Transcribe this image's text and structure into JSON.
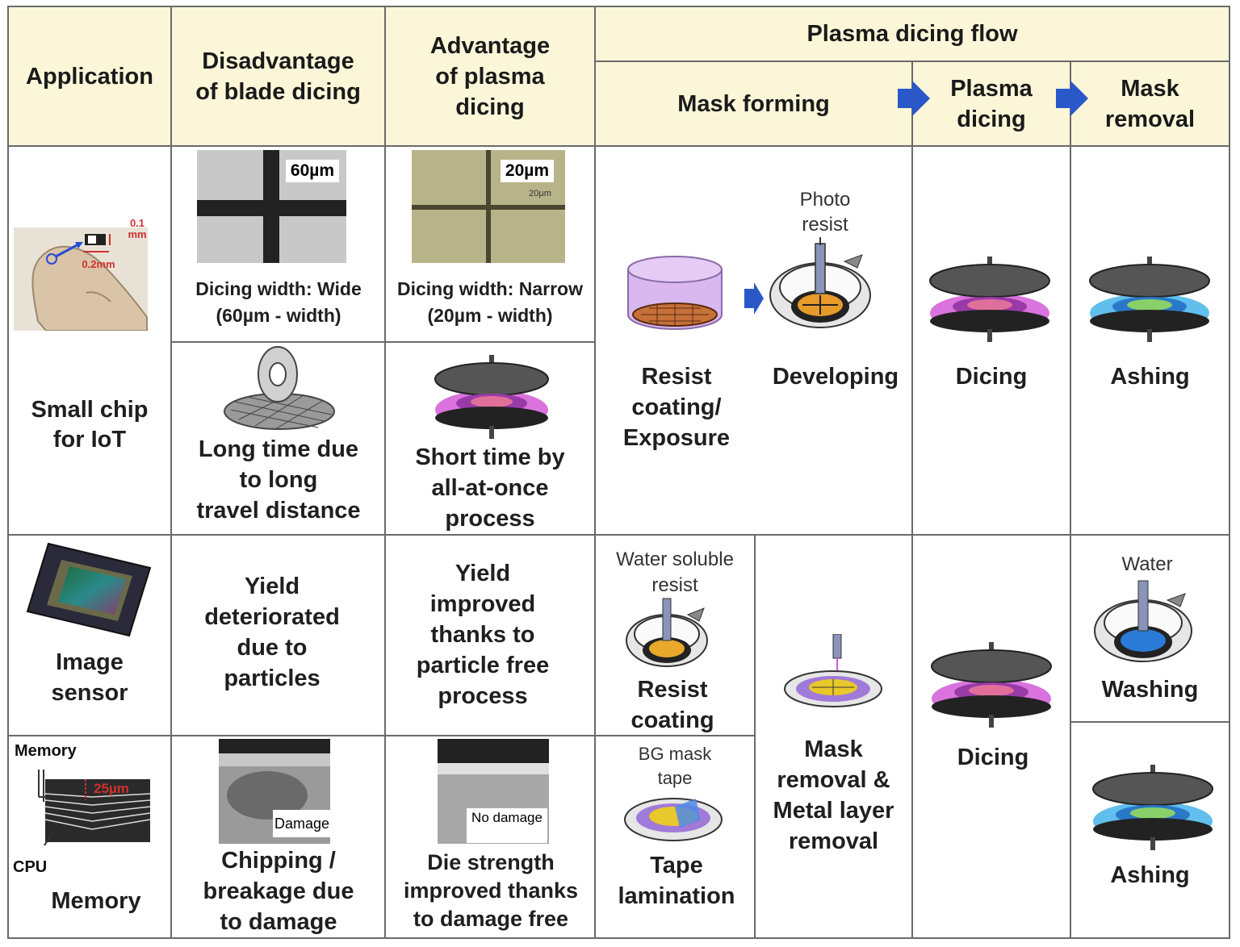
{
  "colors": {
    "header_bg": "#fbf6d8",
    "grid_line": "#6a6a6a",
    "arrow_blue": "#2a58c8",
    "plasma_pink": "#d35ad8",
    "ashing_blue": "#4fb8ea"
  },
  "header": {
    "application": "Application",
    "disadvantage": "Disadvantage\nof blade dicing",
    "advantage": "Advantage\nof plasma\ndicing",
    "flow_title": "Plasma dicing flow",
    "mask_forming": "Mask forming",
    "plasma_dicing": "Plasma\ndicing",
    "mask_removal": "Mask\nremoval"
  },
  "iot": {
    "application": "Small chip\nfor IoT",
    "chip_size_label": "0.1\nmm",
    "chip_length_label": "0.2mm",
    "blade_width_badge": "60µm",
    "blade_width_caption": "Dicing width: Wide\n(60µm - width)",
    "plasma_width_badge": "20µm",
    "plasma_width_small": "20µm",
    "plasma_width_caption": "Dicing width: Narrow\n(20µm - width)",
    "blade_time": "Long time due\nto long\ntravel distance",
    "plasma_time": "Short time by\nall-at-once\nprocess",
    "photo_resist_label": "Photo\nresist",
    "step1": "Resist\ncoating/\nExposure",
    "step2": "Developing",
    "step3": "Dicing",
    "step4": "Ashing"
  },
  "image_sensor": {
    "application": "Image\nsensor",
    "blade": "Yield\ndeteriorated\ndue to\nparticles",
    "plasma": "Yield\nimproved\nthanks to\nparticle free\nprocess",
    "water_soluble_label": "Water soluble\nresist",
    "step1": "Resist\ncoating",
    "water_label": "Water",
    "washing": "Washing"
  },
  "memory": {
    "application": "Memory",
    "memory_label": "Memory",
    "cpu_label": "CPU",
    "thickness_label": "25µm",
    "damage_badge": "Damage",
    "no_damage_badge": "No\ndamage",
    "blade": "Chipping /\nbreakage due\nto damage",
    "plasma": "Die strength\nimproved thanks\nto damage free",
    "bg_mask_label": "BG mask\ntape",
    "step1": "Tape\nlamination",
    "ashing": "Ashing"
  },
  "shared": {
    "mask_metal_removal": "Mask\nremoval &\nMetal layer\nremoval",
    "dicing": "Dicing"
  }
}
